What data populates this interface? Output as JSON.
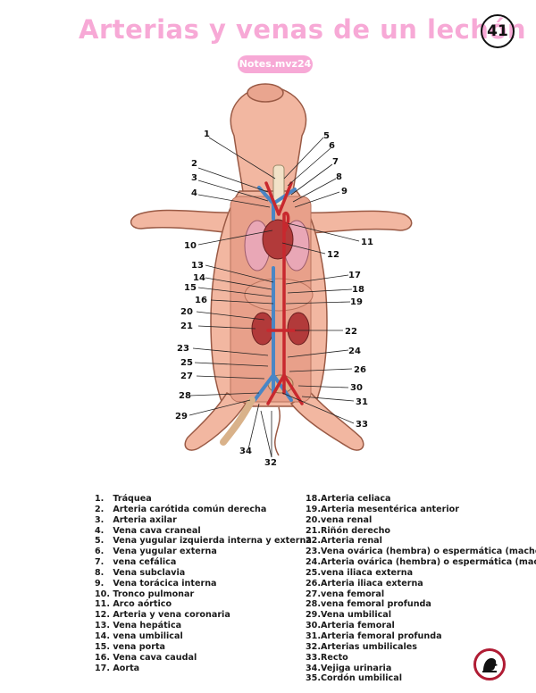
{
  "title": "Arterias y venas de un lechón",
  "page_number": "41",
  "credit": "Notes.mvz24",
  "callouts": [
    "1",
    "2",
    "3",
    "4",
    "5",
    "6",
    "7",
    "8",
    "9",
    "10",
    "11",
    "12",
    "13",
    "14",
    "15",
    "16",
    "17",
    "18",
    "19",
    "20",
    "21",
    "22",
    "23",
    "24",
    "25",
    "26",
    "27",
    "28",
    "29",
    "30",
    "31",
    "32",
    "33",
    "34"
  ],
  "legend_left": [
    {
      "num": "1.",
      "text": "Tráquea"
    },
    {
      "num": "2.",
      "text": "Arteria carótida común derecha"
    },
    {
      "num": "3.",
      "text": "Arteria axilar"
    },
    {
      "num": "4.",
      "text": "Vena cava craneal"
    },
    {
      "num": "5.",
      "text": "Vena yugular izquierda interna y externa"
    },
    {
      "num": "6.",
      "text": "Vena yugular externa"
    },
    {
      "num": "7.",
      "text": "vena cefálica"
    },
    {
      "num": "8.",
      "text": "Vena subclavia"
    },
    {
      "num": "9.",
      "text": "Vena torácica interna"
    },
    {
      "num": "10.",
      "text": "Tronco pulmonar"
    },
    {
      "num": "11.",
      "text": "Arco aórtico"
    },
    {
      "num": "12.",
      "text": "Arteria y vena coronaria"
    },
    {
      "num": "13.",
      "text": "Vena hepática"
    },
    {
      "num": "14.",
      "text": "vena umbilical"
    },
    {
      "num": "15.",
      "text": "vena porta"
    },
    {
      "num": "16.",
      "text": "Vena cava caudal"
    },
    {
      "num": "17.",
      "text": "Aorta"
    }
  ],
  "legend_right": [
    {
      "num": "18.",
      "text": "Arteria celiaca"
    },
    {
      "num": "19.",
      "text": "Arteria mesentérica anterior"
    },
    {
      "num": "20.",
      "text": "vena renal"
    },
    {
      "num": "21.",
      "text": "Riñón derecho"
    },
    {
      "num": "22.",
      "text": "Arteria renal"
    },
    {
      "num": "23.",
      "text": "Vena ovárica (hembra) o espermática (macho )"
    },
    {
      "num": "24.",
      "text": "Arteria ovárica (hembra) o espermática (macho)"
    },
    {
      "num": "25.",
      "text": "vena iliaca externa"
    },
    {
      "num": "26.",
      "text": "Arteria iliaca externa"
    },
    {
      "num": "27.",
      "text": "vena femoral"
    },
    {
      "num": "28.",
      "text": "vena femoral profunda"
    },
    {
      "num": "29.",
      "text": "Vena umbilical"
    },
    {
      "num": "30.",
      "text": "Arteria femoral"
    },
    {
      "num": "31.",
      "text": "Arteria femoral profunda"
    },
    {
      "num": "32.",
      "text": "Arterias umbilicales"
    },
    {
      "num": "33.",
      "text": "Recto"
    },
    {
      "num": "34.",
      "text": "Vejiga urinaria"
    },
    {
      "num": "35.",
      "text": "Cordón umbilical"
    }
  ],
  "colors": {
    "title_pink": "#f7a9d6",
    "skin": "#f2b7a1",
    "skin_dark": "#d98a72",
    "artery_red": "#c8282e",
    "vein_blue": "#4a86c5",
    "organ_red": "#b23a3a",
    "lung_pink": "#e9a7b6"
  }
}
